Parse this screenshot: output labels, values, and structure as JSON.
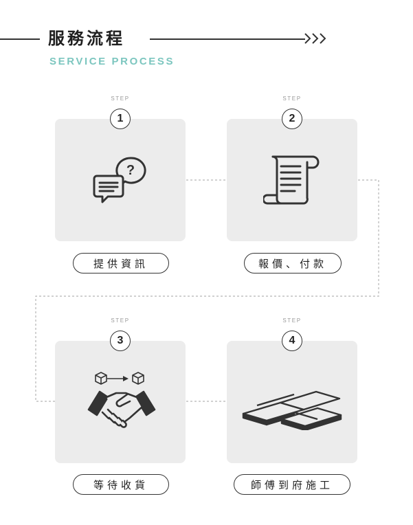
{
  "header": {
    "title": "服務流程",
    "subtitle": "SERVICE PROCESS",
    "arrow": "—>>>"
  },
  "steps": [
    {
      "step_label": "STEP",
      "number": "1",
      "caption": "提供資訊",
      "icon": "chat-question-icon"
    },
    {
      "step_label": "STEP",
      "number": "2",
      "caption": "報價、付款",
      "icon": "document-scroll-icon"
    },
    {
      "step_label": "STEP",
      "number": "3",
      "caption": "等待收貨",
      "icon": "handshake-delivery-icon"
    },
    {
      "step_label": "STEP",
      "number": "4",
      "caption": "師傅到府施工",
      "icon": "floor-planks-icon"
    }
  ],
  "colors": {
    "accent": "#7cc6bf",
    "card_bg": "#ececec",
    "line": "#333333",
    "dotted": "#b5b5b5"
  }
}
